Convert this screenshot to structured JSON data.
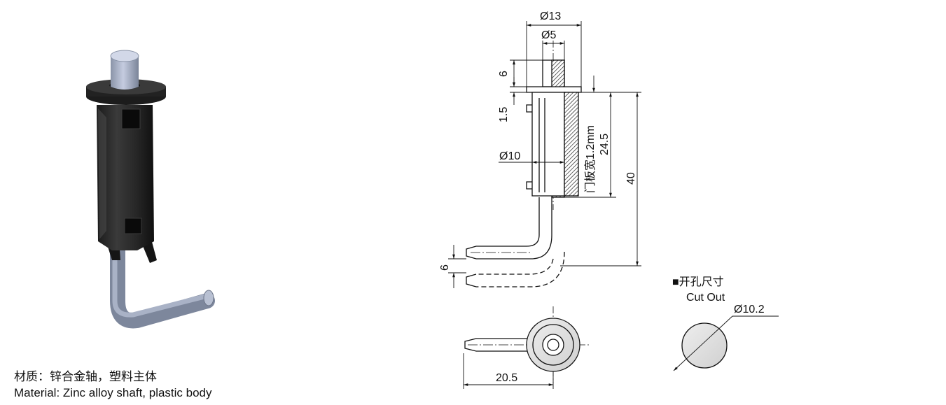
{
  "dimensions": {
    "top_diameter": "Ø13",
    "pin_diameter": "Ø5",
    "head_height": "6",
    "flange_thickness": "1.5",
    "body_diameter": "Ø10",
    "door_panel": "门板宽1.2mm",
    "body_length": "24.5",
    "overall_length": "40",
    "rod_diameter": "6",
    "arm_length": "20.5",
    "cutout_diameter": "Ø10.2"
  },
  "cutout": {
    "title_zh": "■开孔尺寸",
    "title_en": "Cut Out"
  },
  "material": {
    "zh": "材质：锌合金轴，塑料主体",
    "en": "Material: Zinc alloy shaft, plastic body"
  }
}
